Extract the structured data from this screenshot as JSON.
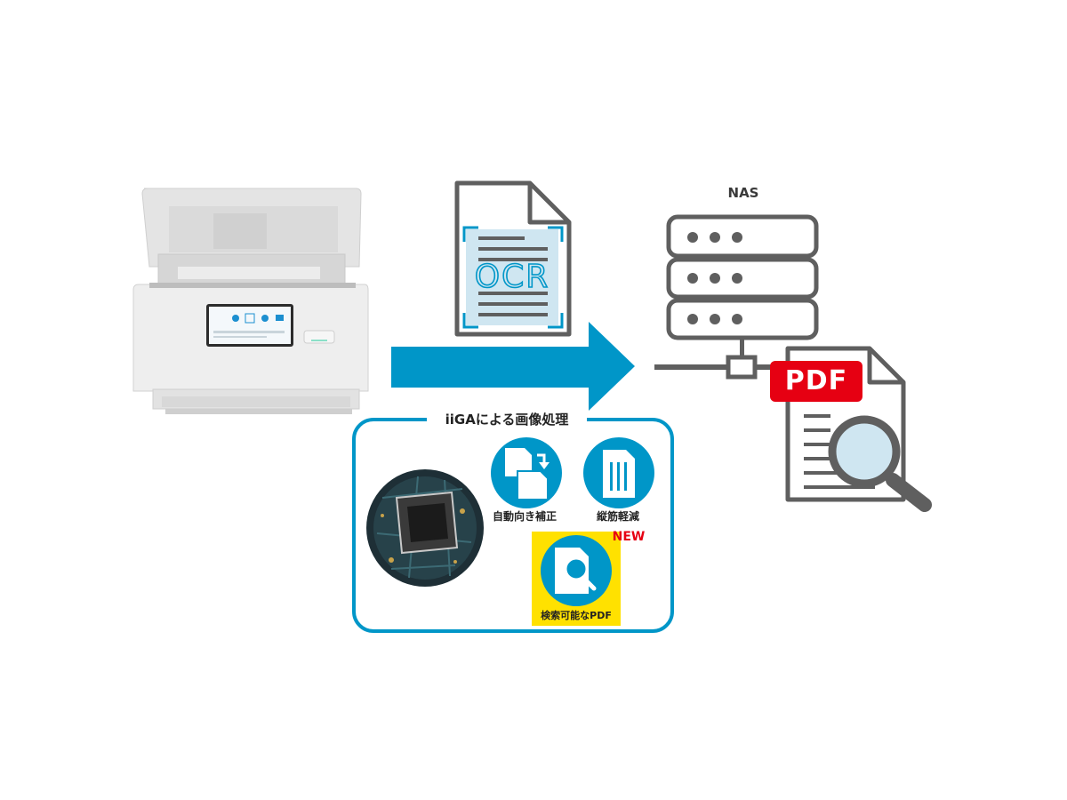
{
  "nas": {
    "label": "NAS"
  },
  "iiga": {
    "title": "iiGAによる画像処理",
    "features": [
      {
        "label": "自動向き補正",
        "icon": "page-rotate-icon"
      },
      {
        "label": "縦筋軽減",
        "icon": "streak-reduction-icon"
      },
      {
        "label": "検索可能なPDF",
        "icon": "search-document-icon",
        "badge": "NEW"
      }
    ]
  },
  "ocr": {
    "text": "OCR"
  },
  "pdf": {
    "tag": "PDF"
  },
  "colors": {
    "accent_blue": "#0096c8",
    "icon_gray": "#5f5f5f",
    "new_red": "#e60012",
    "highlight_yellow": "#ffe100",
    "pdf_red": "#e60012"
  }
}
